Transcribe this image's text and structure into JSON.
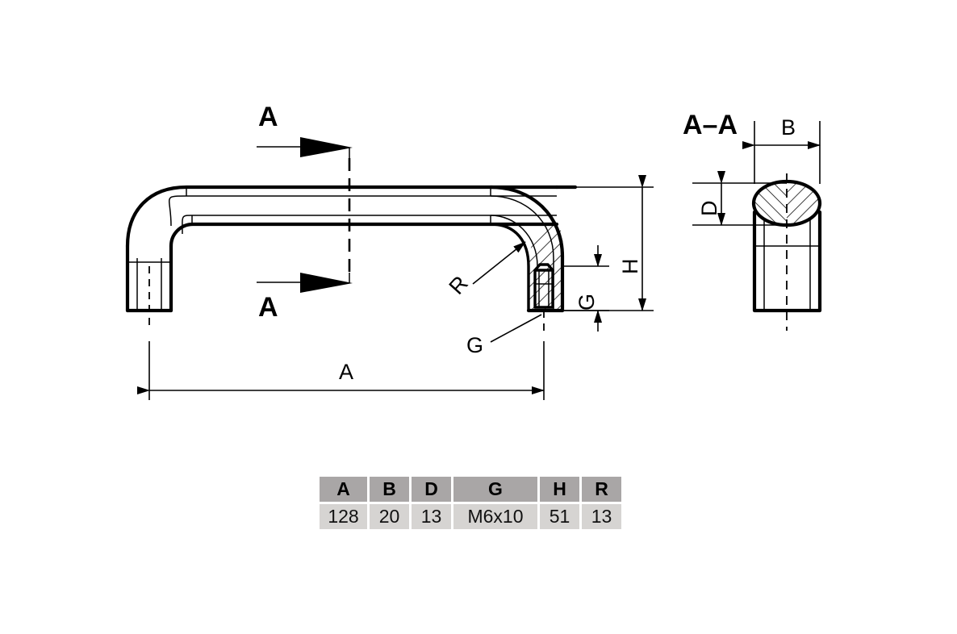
{
  "drawing": {
    "title_section_view": "A–A",
    "section_marks": {
      "upper_label": "A",
      "lower_label": "A"
    },
    "dimension_labels": {
      "length": "A",
      "width": "B",
      "depth": "D",
      "thread": "G",
      "height": "H",
      "radius": "R",
      "thread_leader": "G"
    }
  },
  "spec_table": {
    "headers": [
      "A",
      "B",
      "D",
      "G",
      "H",
      "R"
    ],
    "rows": [
      [
        "128",
        "20",
        "13",
        "M6x10",
        "51",
        "13"
      ]
    ],
    "header_bg": "#a9a6a6",
    "cell_bg": "#d6d4d2"
  },
  "colors": {
    "line": "#000000",
    "background": "#ffffff",
    "table_header": "#a9a6a6",
    "table_cell": "#d6d4d2"
  }
}
